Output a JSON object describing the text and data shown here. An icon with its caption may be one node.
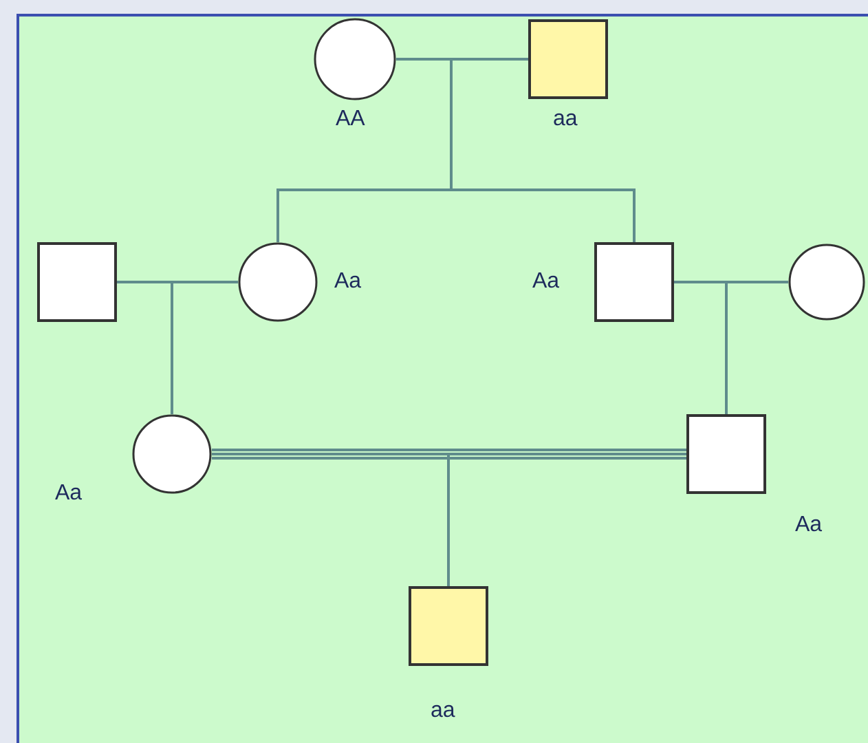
{
  "diagram": {
    "nodes": [
      {
        "text": [],
        "shape": "circle",
        "beside": [
          "AA"
        ]
      },
      {
        "text": [],
        "shape": "box",
        "beside": [
          "aa"
        ]
      },
      {
        "text": [],
        "shape": "box"
      },
      {
        "text": [],
        "shape": "circle",
        "beside": [
          "Aa"
        ]
      },
      {
        "text": [],
        "shape": "box",
        "beside": [
          "Aa"
        ]
      },
      {
        "text": [],
        "shape": "circle"
      },
      {
        "text": [],
        "shape": "circle",
        "beside": [
          "Aa"
        ]
      },
      {
        "text": [],
        "shape": "box",
        "beside": [
          "Aa"
        ]
      },
      {
        "text": [],
        "shape": "box",
        "beside": [
          "aa"
        ]
      }
    ],
    "edges": [
      {
        "from": 0,
        "to": 1,
        "arrow": "none"
      },
      {
        "from": 2,
        "to": 3,
        "arrow": "none"
      },
      {
        "from": 4,
        "to": 5,
        "arrow": "none"
      },
      {
        "from": 6,
        "to": 7,
        "arrow": "none"
      },
      {
        "from": 0,
        "to": 3,
        "arrow": "none"
      },
      {
        "from": 1,
        "to": 3,
        "arrow": "none"
      },
      {
        "from": 0,
        "to": 4,
        "arrow": "none"
      },
      {
        "from": 1,
        "to": 4,
        "arrow": "none"
      },
      {
        "from": 2,
        "to": 6,
        "arrow": "none"
      },
      {
        "from": 3,
        "to": 6,
        "arrow": "none"
      },
      {
        "from": 4,
        "to": 7,
        "arrow": "none"
      },
      {
        "from": 5,
        "to": 7,
        "arrow": "none"
      },
      {
        "from": 6,
        "to": 8,
        "arrow": "none"
      },
      {
        "from": 7,
        "to": 8,
        "arrow": "none"
      }
    ]
  }
}
